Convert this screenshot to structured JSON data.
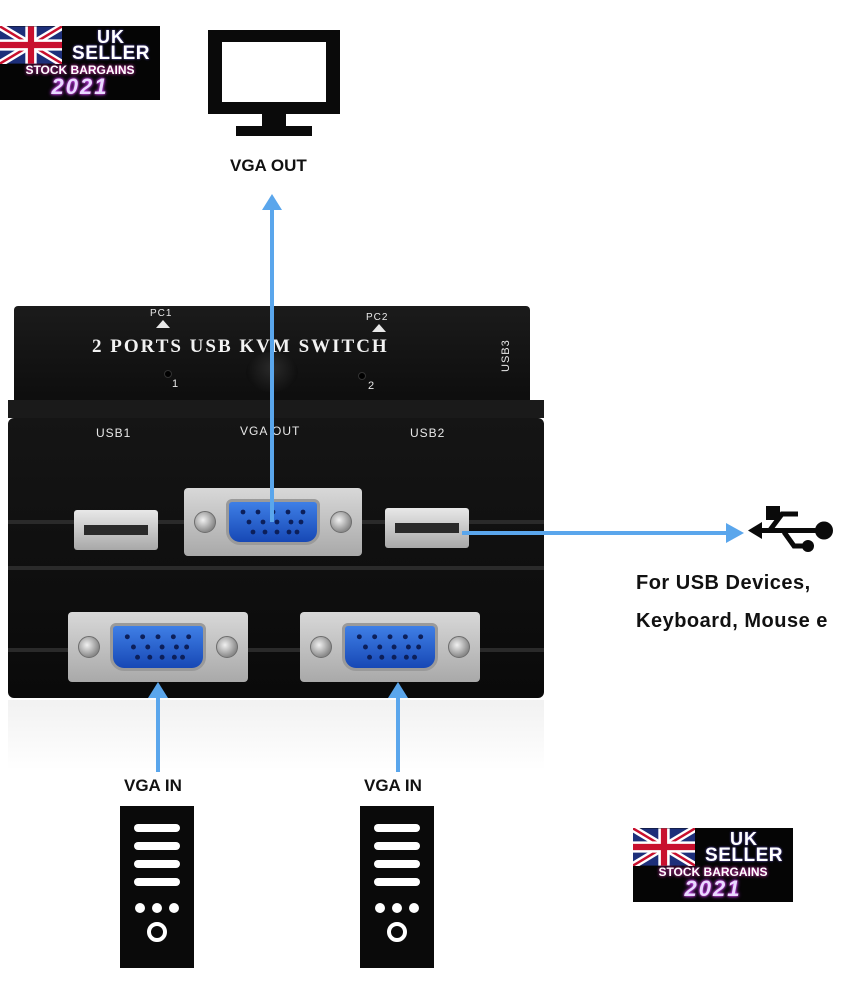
{
  "badges": [
    {
      "uk": "UK",
      "seller": "SELLER",
      "stock": "STOCK BARGAINS",
      "year": "2021"
    },
    {
      "uk": "UK",
      "seller": "SELLER",
      "stock": "STOCK BARGAINS",
      "year": "2021"
    }
  ],
  "labels": {
    "vga_out_top": "VGA OUT",
    "vga_in_left": "VGA IN",
    "vga_in_right": "VGA IN",
    "usb_devices_line1": "For USB Devices,",
    "usb_devices_line2": "Keyboard, Mouse e"
  },
  "device": {
    "title": "2 PORTS USB KVM SWITCH",
    "pc1": "PC1",
    "pc2": "PC2",
    "led1": "1",
    "led2": "2",
    "usb3": "USB3",
    "usb1": "USB1",
    "vga_out": "VGA OUT",
    "usb2": "USB2"
  },
  "icons": {
    "monitor": "monitor-icon",
    "usb": "usb-symbol-icon",
    "tower": "server-tower-icon"
  },
  "colors": {
    "arrow": "#5aa6ec",
    "vga_blue": "#2a62d0",
    "device": "#111111"
  }
}
